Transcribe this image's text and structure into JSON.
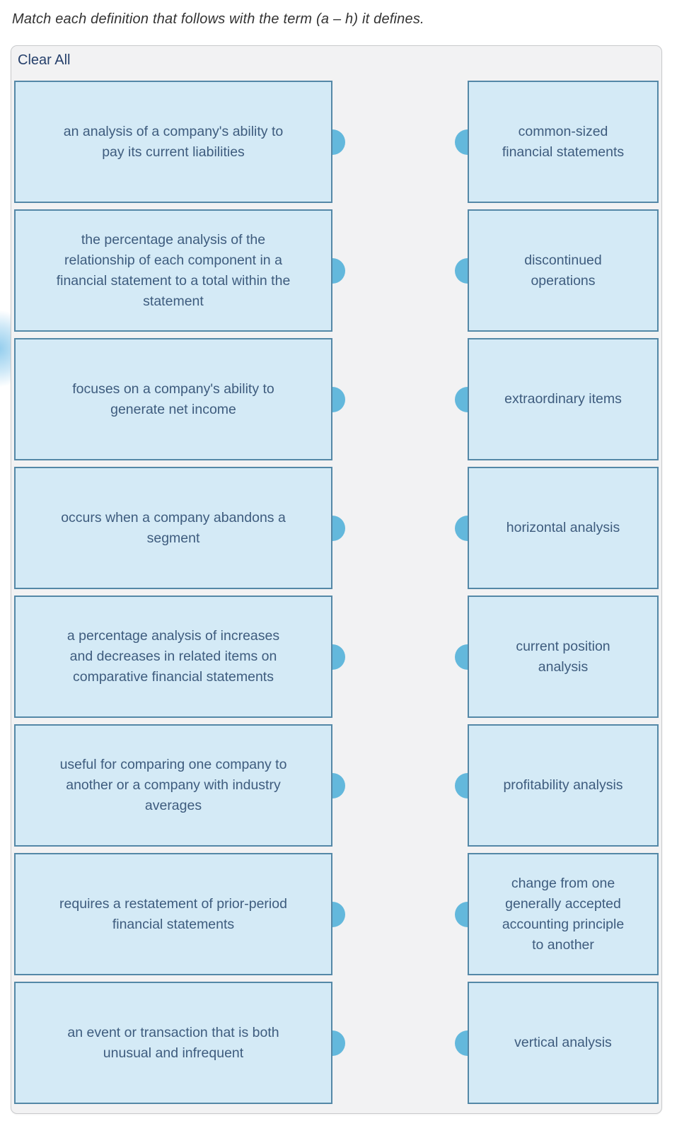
{
  "page": {
    "title": "Match each definition that follows with the term (a – h) it defines."
  },
  "panel": {
    "clear_all_label": "Clear All",
    "colors": {
      "panel_background": "#f2f2f3",
      "panel_border": "#c9cacc",
      "card_fill": "#d4eaf6",
      "card_border": "#5488a7",
      "card_text": "#3e5c7e",
      "connector": "#63b8dc",
      "clear_all_text": "#26406b"
    },
    "rows": [
      {
        "definition": "an analysis of a company's ability to\npay its current liabilities",
        "term": "common-sized\nfinancial statements"
      },
      {
        "definition": "the percentage analysis of the\nrelationship of each component in a\nfinancial statement to a total within the\nstatement",
        "term": "discontinued\noperations"
      },
      {
        "definition": "focuses on a company's ability to\ngenerate net income",
        "term": "extraordinary items"
      },
      {
        "definition": "occurs when a company abandons a\nsegment",
        "term": "horizontal analysis"
      },
      {
        "definition": "a percentage analysis of increases\nand decreases in related items on\ncomparative financial statements",
        "term": "current position\nanalysis"
      },
      {
        "definition": "useful for comparing one company to\nanother or a company with industry\naverages",
        "term": "profitability analysis"
      },
      {
        "definition": "requires a restatement of prior-period\nfinancial statements",
        "term": "change from one\ngenerally accepted\naccounting principle\nto another"
      },
      {
        "definition": "an event or transaction that is both\nunusual and infrequent",
        "term": "vertical analysis"
      }
    ]
  }
}
